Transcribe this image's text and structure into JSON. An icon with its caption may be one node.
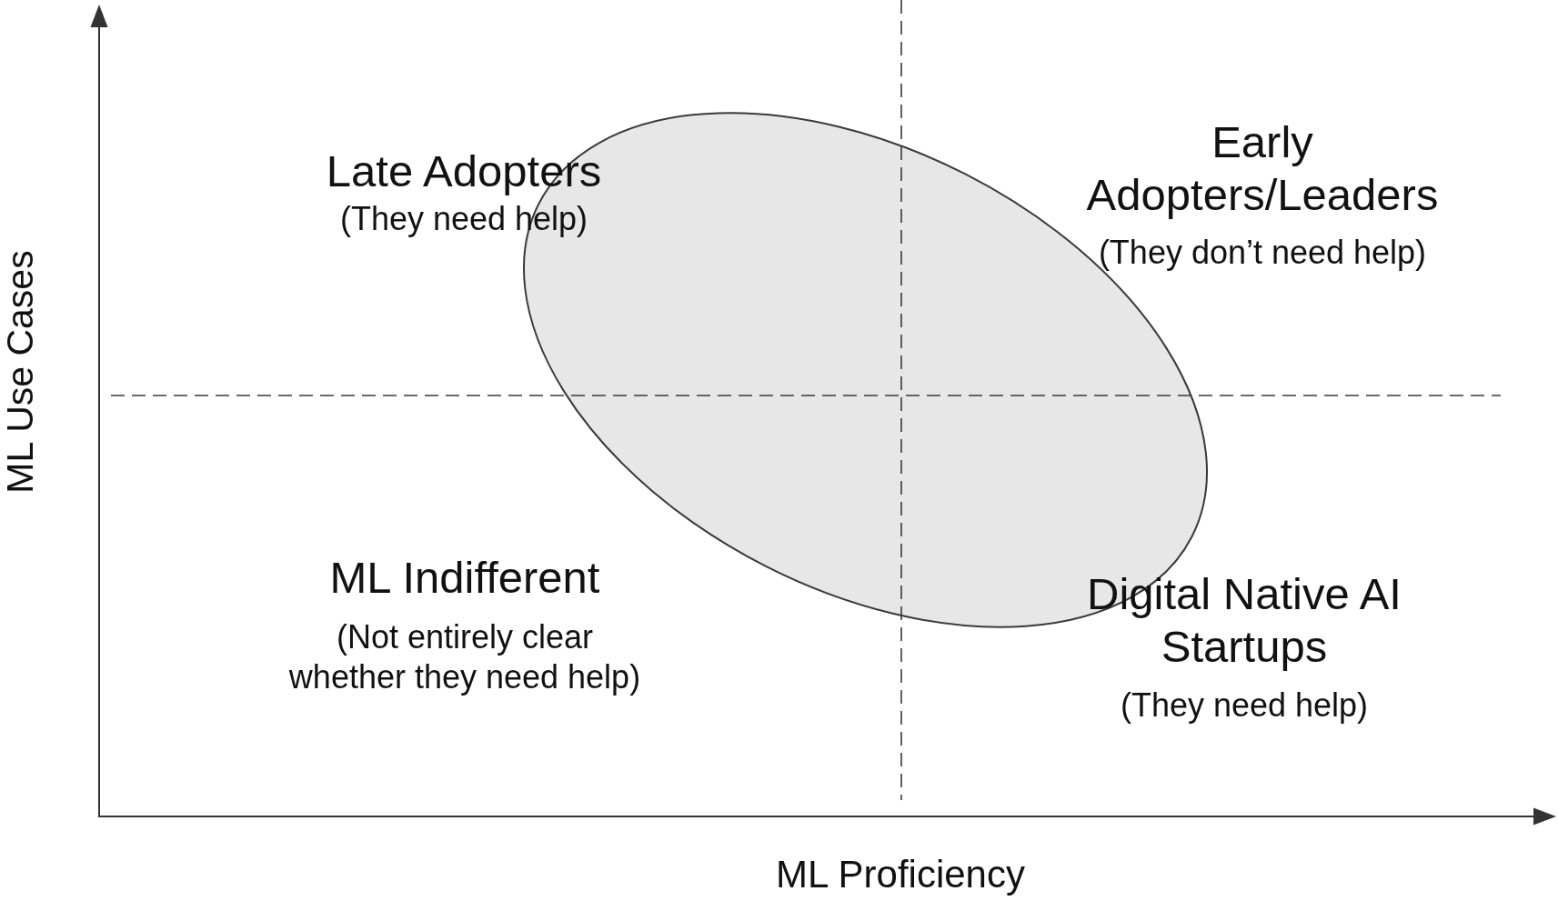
{
  "diagram": {
    "labels": [
      "Late Adopters",
      "(They need help)",
      "Early Adopters/Leaders",
      "(They don’t need help)",
      "ML Use Cases",
      "ML Indifferent",
      "(Not entirely clear whether they need help)",
      "Digital Native AI Startups",
      "(They need help)",
      "ML Proficiency"
    ]
  }
}
